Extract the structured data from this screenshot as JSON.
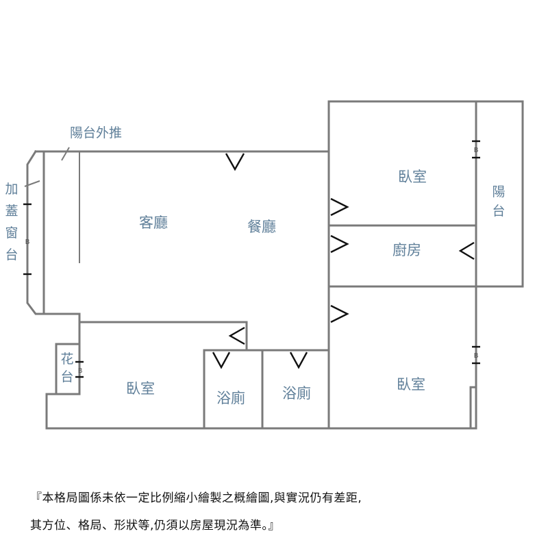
{
  "rooms": {
    "living_room": "客廳",
    "dining_room": "餐廳",
    "bedroom_top_right": "臥室",
    "kitchen": "廚房",
    "bedroom_bottom_left": "臥室",
    "bedroom_bottom_right": "臥室",
    "bathroom_left": "浴廁",
    "bathroom_right": "浴廁"
  },
  "annotations": {
    "balcony_extended": "陽台外推",
    "added_window": "加蓋窗台",
    "balcony": "陽台",
    "flower_stand": "花台",
    "beam_marker": "B"
  },
  "disclaimer": {
    "line1": "『本格局圖係未依一定比例縮小繪製之概繪圖,與實況仍有差距,",
    "line2": "其方位、格局、形狀等,仍須以房屋現況為準。』"
  },
  "colors": {
    "label": "#5f7f99",
    "wall": "#7a7a7a",
    "door": "#111111"
  }
}
